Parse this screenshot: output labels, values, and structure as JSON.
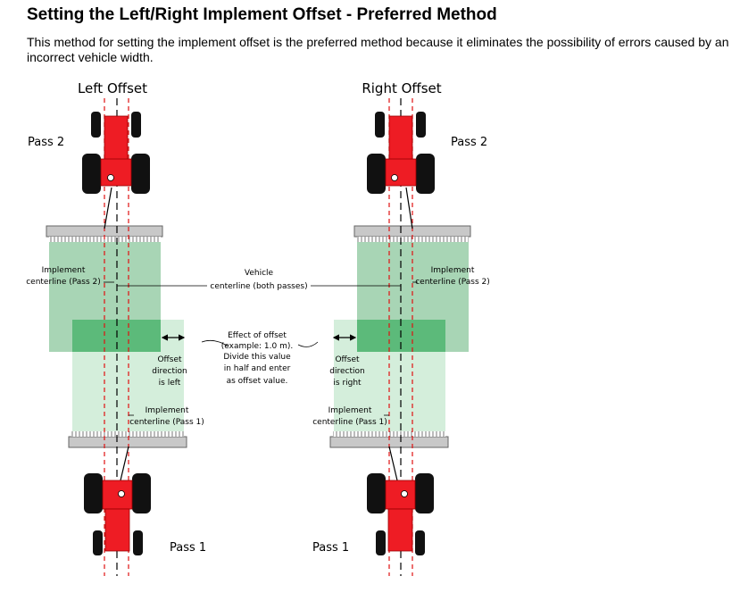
{
  "page": {
    "title": "Setting the Left/Right Implement Offset - Preferred Method",
    "intro": "This method for setting the implement offset is the preferred method because it eliminates the possibility of errors caused by an incorrect vehicle width."
  },
  "diagram": {
    "left_heading": "Left Offset",
    "right_heading": "Right Offset",
    "pass2": "Pass 2",
    "pass1": "Pass 1",
    "impl_cl_pass2": [
      "Implement",
      "centerline (Pass 2)"
    ],
    "vehicle_cl": [
      "Vehicle",
      "centerline (both passes)"
    ],
    "effect": [
      "Effect of offset",
      "(example: 1.0 m).",
      "Divide this value",
      "in half and enter",
      "as offset value."
    ],
    "offset_left": [
      "Offset",
      "direction",
      "is left"
    ],
    "offset_right": [
      "Offset",
      "direction",
      "is right"
    ],
    "impl_cl_pass1": [
      "Implement",
      "centerline (Pass 1)"
    ]
  },
  "colors": {
    "tractor_body": "#ee1c24",
    "tire": "#111111",
    "pass2_area": "#a8d5b5",
    "pass1_area": "#d4eedb",
    "overlap_area": "#5cba7a",
    "boom": "#c8c8c8",
    "guide_dash": "#e01010"
  }
}
